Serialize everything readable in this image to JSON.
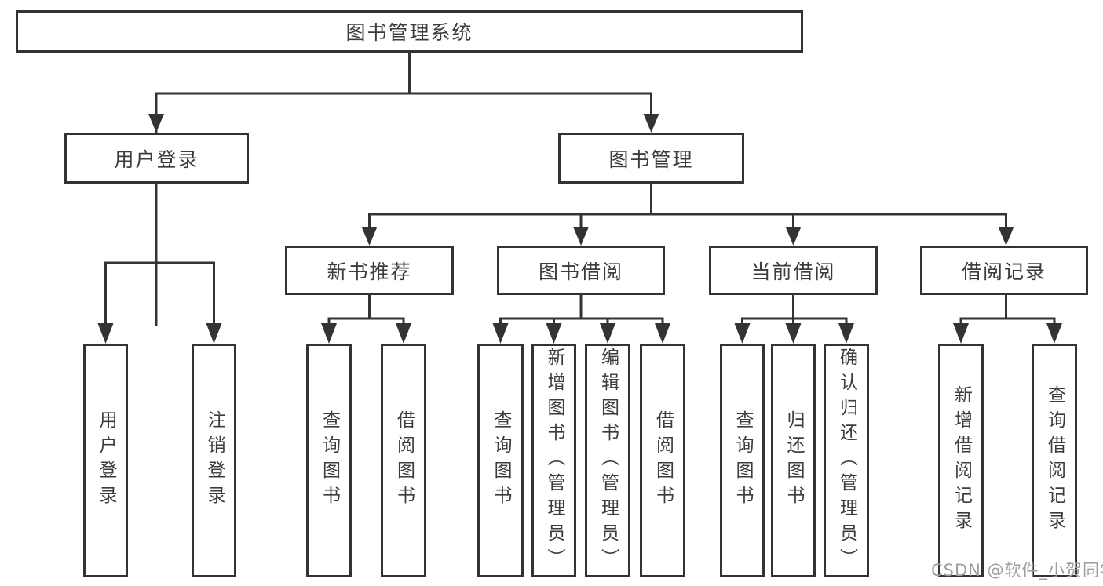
{
  "diagram": {
    "type": "tree",
    "title": "图书管理系统",
    "line_color": "#333333",
    "text_color": "#3c3c3c",
    "background_color": "#ffffff"
  },
  "nodes": {
    "root": "图书管理系统",
    "userLogin": "用户登录",
    "bookMgmt": "图书管理",
    "newBook": "新书推荐",
    "bookBorrow": "图书借阅",
    "currentBorrow": "当前借阅",
    "borrowRecord": "借阅记录"
  },
  "leaves": {
    "userLogin": [
      "用户登录",
      "注销登录"
    ],
    "newBook": [
      "查询图书",
      "借阅图书"
    ],
    "bookBorrow": [
      "查询图书",
      "新增图书（管理员）",
      "编辑图书（管理员）",
      "借阅图书"
    ],
    "currentBorrow": [
      "查询图书",
      "归还图书",
      "确认归还（管理员）"
    ],
    "borrowRecord": [
      "新增借阅记录",
      "查询借阅记录"
    ]
  },
  "watermark": {
    "text": "CSDN @软件_小贺同学",
    "color": "#9e9e9e"
  }
}
